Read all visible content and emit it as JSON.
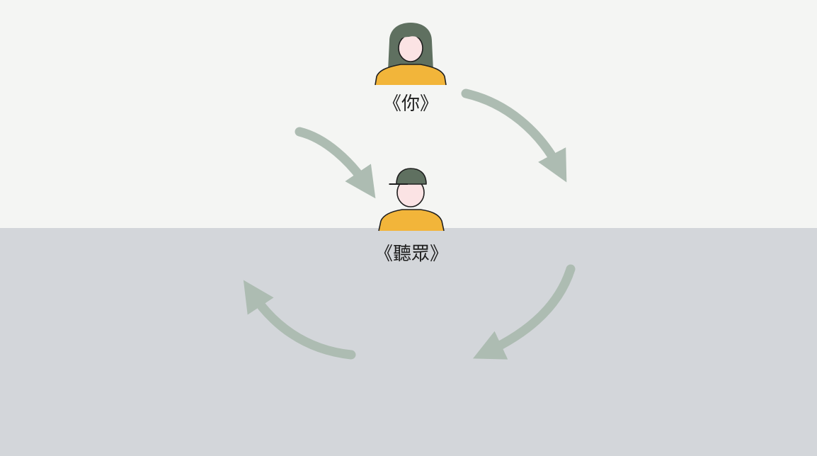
{
  "diagram": {
    "nodes": [
      {
        "id": "you",
        "label": "《你》",
        "icon": "woman-avatar-icon"
      },
      {
        "id": "audience",
        "label": "《聽眾》",
        "icon": "man-with-cap-avatar-icon"
      }
    ],
    "edges": [
      {
        "from": "you",
        "to": "audience",
        "style": "curved-arrow"
      },
      {
        "from": "you",
        "to": "audience",
        "style": "curved-arrow"
      },
      {
        "from": "audience",
        "to": "you",
        "style": "curved-arrow"
      },
      {
        "from": "audience",
        "to": "you",
        "style": "curved-arrow"
      }
    ]
  },
  "colors": {
    "background_top": "#f4f5f3",
    "background_bottom": "#d3d6da",
    "arrow": "#adbcb2",
    "hair_cap": "#5f7060",
    "skin": "#fbe3e4",
    "shirt": "#f2b53a",
    "outline": "#1f1f1f"
  }
}
